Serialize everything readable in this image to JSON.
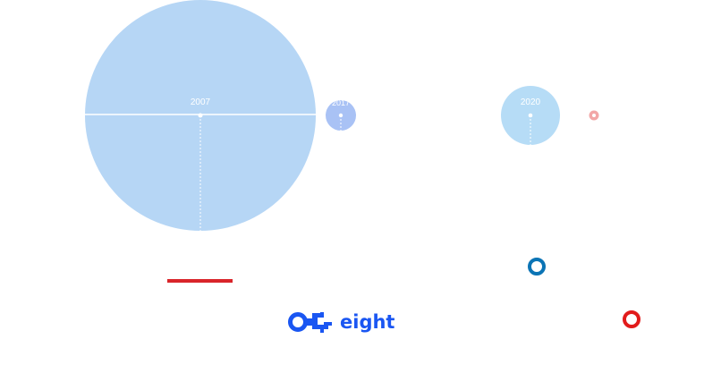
{
  "colors": {
    "bubble_large": "#b6d6f5",
    "bubble_small_blue": "#a9c2f5",
    "bubble_2020": "#b6dcf6",
    "bubble_pink": "#f2a7a7",
    "ring_blue": "#0b74b5",
    "ring_red": "#e21b1b",
    "underline_red": "#d9252a",
    "logo_blue": "#1a56f2"
  },
  "bubbles": {
    "large": {
      "label": "2007"
    },
    "small": {
      "label": "2017"
    },
    "mid": {
      "label": "2020"
    }
  },
  "logo": {
    "text": "eight",
    "icon": "eight-logo-icon"
  }
}
